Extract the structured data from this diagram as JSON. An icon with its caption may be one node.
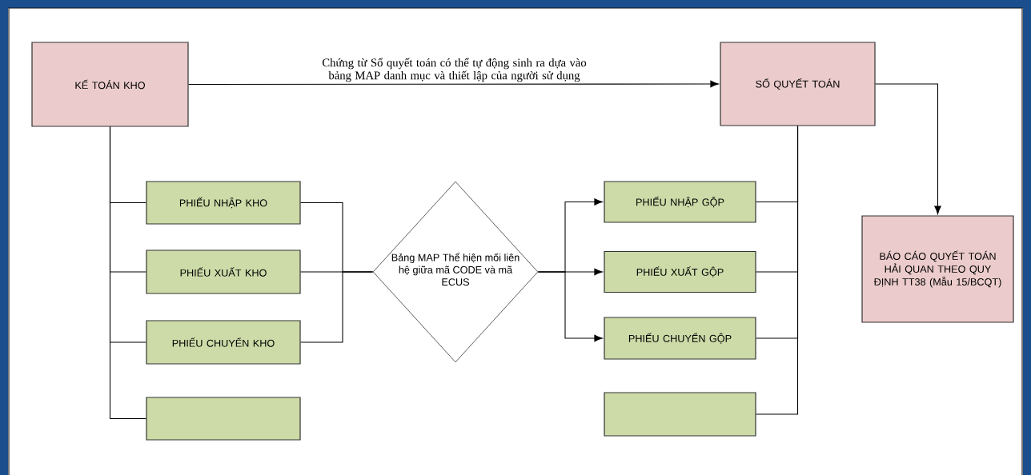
{
  "diagram": {
    "nodes": [
      {
        "text": [
          "KẾ TOÁN KHO"
        ]
      },
      {
        "text": [
          "SỔ QUYẾT TOÁN"
        ]
      },
      {
        "text": [
          "PHIẾU NHẬP KHO"
        ]
      },
      {
        "text": [
          "PHIẾU XUẤT KHO"
        ]
      },
      {
        "text": [
          "PHIẾU CHUYỂN KHO"
        ]
      },
      {
        "text": [],
        "shape": "box"
      },
      {
        "text": [
          "Bảng MAP Thể hiện mối liên hệ giữa mã CODE và mã ECUS"
        ]
      },
      {
        "text": [
          "PHIẾU NHẬP GỘP"
        ]
      },
      {
        "text": [
          "PHIẾU XUẤT GỘP"
        ]
      },
      {
        "text": [
          "PHIẾU CHUYỂN GỘP"
        ]
      },
      {
        "text": [],
        "shape": "box"
      },
      {
        "text": [
          "BÁO CÁO QUYẾT TOÁN HẢI QUAN THEO QUY ĐỊNH TT38 (Mẫu 15/BCQT)"
        ]
      }
    ],
    "edges": [
      {
        "from": 0,
        "to": 1,
        "arrow": "to",
        "label": "Chứng từ Sổ quyết toán có thể tự động sinh ra dựa vào bảng MAP danh mục và thiết lập của người sử dụng"
      },
      {
        "from": 0,
        "to": 2,
        "arrow": "none"
      },
      {
        "from": 0,
        "to": 3,
        "arrow": "none"
      },
      {
        "from": 0,
        "to": 4,
        "arrow": "none"
      },
      {
        "from": 0,
        "to": 5,
        "arrow": "none"
      },
      {
        "from": 2,
        "to": 6,
        "arrow": "none"
      },
      {
        "from": 3,
        "to": 6,
        "arrow": "none"
      },
      {
        "from": 4,
        "to": 6,
        "arrow": "none"
      },
      {
        "from": 6,
        "to": 7,
        "arrow": "to"
      },
      {
        "from": 6,
        "to": 8,
        "arrow": "to"
      },
      {
        "from": 6,
        "to": 9,
        "arrow": "to"
      },
      {
        "from": 7,
        "to": 1,
        "arrow": "none"
      },
      {
        "from": 8,
        "to": 1,
        "arrow": "none"
      },
      {
        "from": 9,
        "to": 1,
        "arrow": "none"
      },
      {
        "from": 10,
        "to": 1,
        "arrow": "none"
      },
      {
        "from": 1,
        "to": 11,
        "arrow": "to"
      }
    ]
  }
}
